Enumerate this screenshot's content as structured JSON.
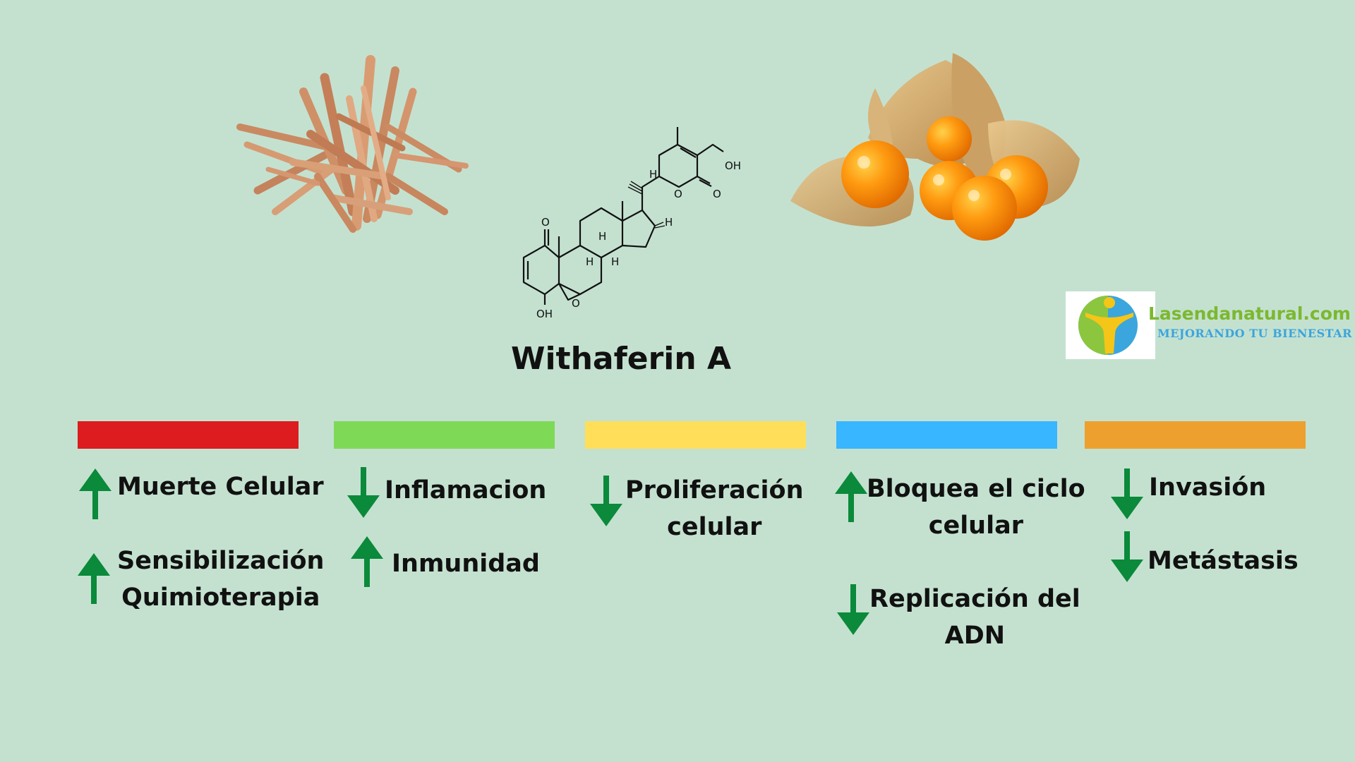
{
  "title": "Withaferin A",
  "logo": {
    "name": "Lasendanatural.com",
    "tagline": "MEJORANDO TU BIENESTAR"
  },
  "molecule_labels": {
    "oh_top": "OH",
    "oh_bottom": "OH",
    "ketone_o": "O",
    "epoxide_o": "O",
    "lactone_o": "O",
    "lactone_carbonyl_o": "O",
    "h_side": "H",
    "h_d_ring": "H",
    "h_b1": "H",
    "h_b2": "H",
    "h_c": "H"
  },
  "colors": {
    "background": "#c4e1d0",
    "bar_red": "#dc1c1e",
    "bar_green": "#7ed957",
    "bar_yellow": "#ffde59",
    "bar_blue": "#38b6ff",
    "bar_orange": "#eea02e",
    "arrow": "#0a8a3a"
  },
  "columns": [
    {
      "color": "#dc1c1e",
      "effects": [
        {
          "direction": "up",
          "text": "Muerte Celular"
        },
        {
          "direction": "up",
          "text": "Sensibilización\nQuimioterapia"
        }
      ]
    },
    {
      "color": "#7ed957",
      "effects": [
        {
          "direction": "down",
          "text": "Inflamacion"
        },
        {
          "direction": "up",
          "text": "Inmunidad"
        }
      ]
    },
    {
      "color": "#ffde59",
      "effects": [
        {
          "direction": "down",
          "text": "Proliferación\ncelular"
        }
      ]
    },
    {
      "color": "#38b6ff",
      "effects": [
        {
          "direction": "up",
          "text": "Bloquea el ciclo\ncelular"
        },
        {
          "direction": "down",
          "text": "Replicación del\nADN"
        }
      ]
    },
    {
      "color": "#eea02e",
      "effects": [
        {
          "direction": "down",
          "text": "Invasión"
        },
        {
          "direction": "down",
          "text": "Metástasis"
        }
      ]
    }
  ]
}
